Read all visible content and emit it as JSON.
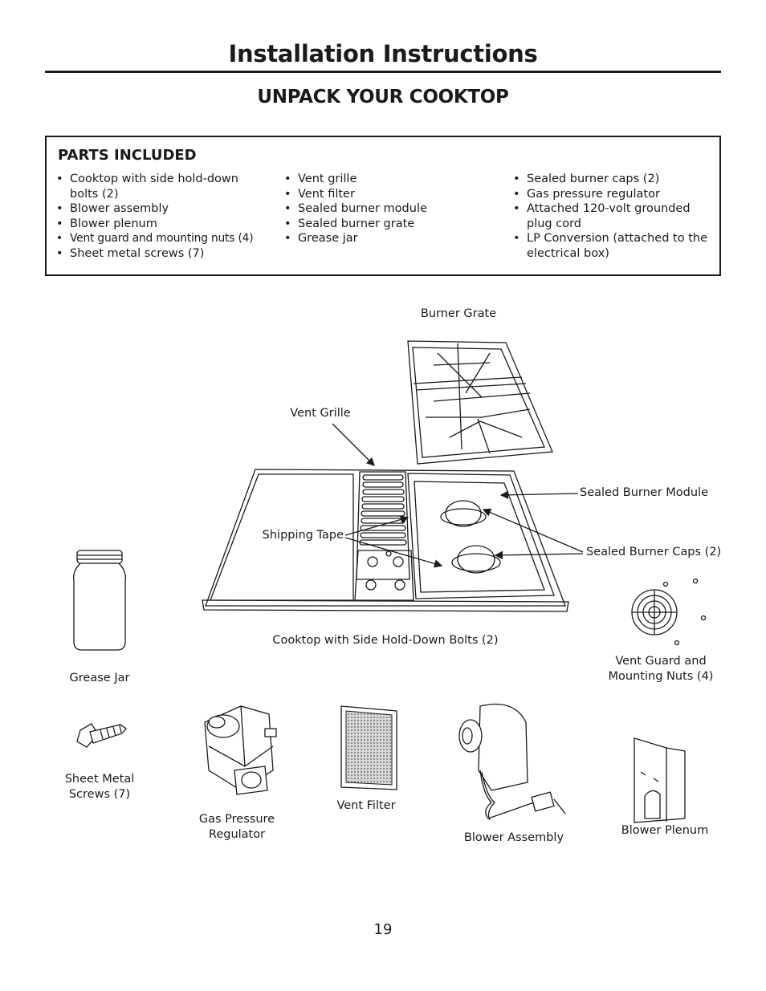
{
  "header": {
    "title": "Installation Instructions",
    "subtitle": "UNPACK YOUR COOKTOP"
  },
  "parts": {
    "heading": "PARTS INCLUDED",
    "columns": [
      [
        "Cooktop with side hold-down bolts (2)",
        "Blower assembly",
        "Blower plenum",
        "Vent guard and mounting nuts (4)",
        "Sheet metal screws (7)"
      ],
      [
        "Vent grille",
        "Vent filter",
        "Sealed burner module",
        "Sealed burner grate",
        "Grease jar"
      ],
      [
        "Sealed burner caps (2)",
        "Gas pressure regulator",
        "Attached 120-volt grounded plug cord",
        "LP Conversion (attached to the electrical box)"
      ]
    ]
  },
  "figure": {
    "labels": {
      "burner_grate": "Burner Grate",
      "vent_grille": "Vent Grille",
      "sealed_burner_module": "Sealed Burner Module",
      "shipping_tape": "Shipping Tape",
      "sealed_burner_caps": "Sealed Burner Caps (2)",
      "cooktop": "Cooktop with Side Hold-Down Bolts (2)",
      "grease_jar": "Grease Jar",
      "vent_guard_line1": "Vent Guard and",
      "vent_guard_line2": "Mounting Nuts (4)",
      "sheet_metal_line1": "Sheet Metal",
      "sheet_metal_line2": "Screws (7)",
      "gas_regulator_line1": "Gas Pressure",
      "gas_regulator_line2": "Regulator",
      "vent_filter": "Vent Filter",
      "blower_assembly": "Blower Assembly",
      "blower_plenum": "Blower Plenum"
    }
  },
  "page_number": "19"
}
